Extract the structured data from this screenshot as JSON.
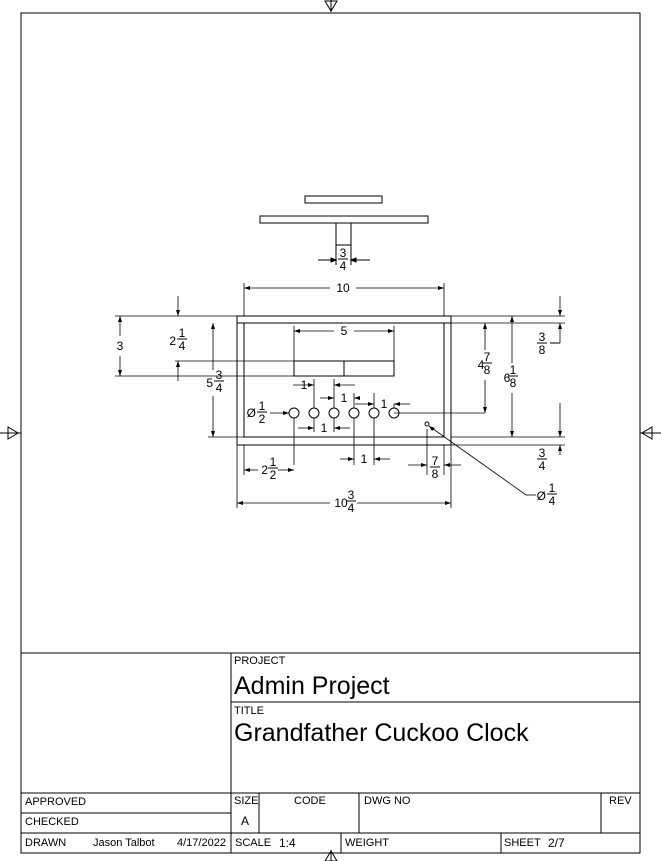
{
  "drawing": {
    "top_view": {
      "width_dim": {
        "whole": "",
        "num": "3",
        "den": "4"
      }
    },
    "front_view": {
      "top_width": "10",
      "overall_width": {
        "whole": "10",
        "num": "3",
        "den": "4"
      },
      "slot_width": "5",
      "height_left": "3",
      "slot_offset": {
        "whole": "2",
        "num": "1",
        "den": "4"
      },
      "left_height": {
        "whole": "5",
        "num": "3",
        "den": "4"
      },
      "hole_dia": {
        "prefix": "Ø",
        "whole": "",
        "num": "1",
        "den": "2"
      },
      "hole_pitch_a": "1",
      "hole_pitch_b": "1",
      "hole_pitch_c": "1",
      "hole_pitch_d": "1",
      "hole_pitch_e": "1",
      "left_offset": {
        "whole": "2",
        "num": "1",
        "den": "2"
      },
      "right_offset": {
        "whole": "",
        "num": "7",
        "den": "8"
      },
      "right_height_a": {
        "whole": "4",
        "num": "7",
        "den": "8"
      },
      "right_height_b": {
        "whole": "6",
        "num": "1",
        "den": "8"
      },
      "top_thickness": {
        "whole": "",
        "num": "3",
        "den": "8"
      },
      "bottom_thickness": {
        "whole": "",
        "num": "3",
        "den": "4"
      },
      "small_hole_dia": {
        "prefix": "Ø",
        "whole": "",
        "num": "1",
        "den": "4"
      }
    }
  },
  "title_block": {
    "project_label": "PROJECT",
    "project_value": "Admin Project",
    "title_label": "TITLE",
    "title_value": "Grandfather Cuckoo Clock",
    "approved_label": "APPROVED",
    "checked_label": "CHECKED",
    "drawn_label": "DRAWN",
    "drawn_by": "Jason Talbot",
    "drawn_date": "4/17/2022",
    "size_label": "SIZE",
    "size_value": "A",
    "code_label": "CODE",
    "dwg_no_label": "DWG NO",
    "rev_label": "REV",
    "scale_label": "SCALE",
    "scale_value": "1:4",
    "weight_label": "WEIGHT",
    "sheet_label": "SHEET",
    "sheet_value": "2/7"
  }
}
